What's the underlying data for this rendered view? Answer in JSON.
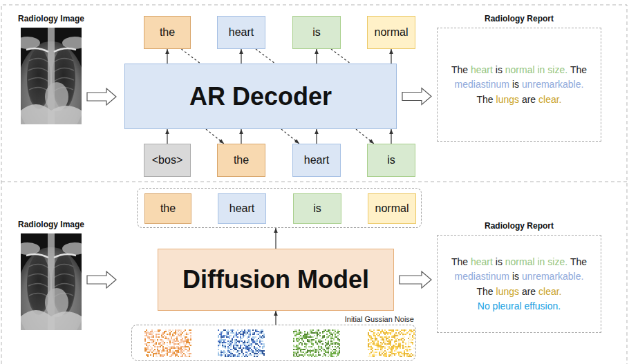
{
  "diagram": {
    "nodes": [
      {
        "text": [
          "the"
        ]
      },
      {
        "text": [
          "heart"
        ]
      },
      {
        "text": [
          "is"
        ]
      },
      {
        "text": [
          "normal"
        ]
      },
      {
        "text": [
          "AR Decoder"
        ]
      },
      {
        "text": [
          "<bos>"
        ]
      },
      {
        "text": [
          "the"
        ]
      },
      {
        "text": [
          "heart"
        ]
      },
      {
        "text": [
          "is"
        ]
      },
      {
        "text": [
          "Radiology Report",
          "The",
          "heart",
          "is",
          "normal in size.",
          "The",
          "mediastinum",
          "is",
          "unremarkable.",
          "The",
          "lungs",
          "are",
          "clear."
        ]
      },
      {
        "text": []
      },
      {
        "text": [
          "the"
        ],
        "in": 10
      },
      {
        "text": [
          "heart"
        ],
        "in": 10
      },
      {
        "text": [
          "is"
        ],
        "in": 10
      },
      {
        "text": [
          "normal"
        ],
        "in": 10
      },
      {
        "text": [
          "Diffusion Model"
        ]
      },
      {
        "text": [
          "Initial Gussian Noise"
        ]
      },
      {
        "text": [
          "Radiology Report",
          "The",
          "heart",
          "is",
          "normal in size.",
          "The",
          "mediastinum",
          "is",
          "unremarkable.",
          "The",
          "lungs",
          "are",
          "clear.",
          "No pleural effusion."
        ]
      }
    ],
    "edges": [
      {
        "from": 4,
        "to": 0,
        "arrow": "to"
      },
      {
        "from": 4,
        "to": 1,
        "arrow": "to"
      },
      {
        "from": 4,
        "to": 2,
        "arrow": "to"
      },
      {
        "from": 4,
        "to": 3,
        "arrow": "to"
      },
      {
        "from": 5,
        "to": 4,
        "arrow": "to"
      },
      {
        "from": 6,
        "to": 4,
        "arrow": "to"
      },
      {
        "from": 7,
        "to": 4,
        "arrow": "to"
      },
      {
        "from": 8,
        "to": 4,
        "arrow": "to"
      },
      {
        "from": 0,
        "to": 4,
        "arrow": "none"
      },
      {
        "from": 4,
        "to": 6,
        "arrow": "to"
      },
      {
        "from": 1,
        "to": 4,
        "arrow": "none"
      },
      {
        "from": 4,
        "to": 7,
        "arrow": "to"
      },
      {
        "from": 2,
        "to": 4,
        "arrow": "none"
      },
      {
        "from": 4,
        "to": 8,
        "arrow": "to"
      },
      {
        "from": 15,
        "to": 10,
        "arrow": "to"
      },
      {
        "from": 16,
        "to": 15,
        "arrow": "to"
      },
      {
        "from": 4,
        "to": 9,
        "arrow": "to"
      },
      {
        "from": 15,
        "to": 17,
        "arrow": "to"
      }
    ],
    "labels": [
      "Radiology Image",
      "Radiology Image"
    ]
  }
}
